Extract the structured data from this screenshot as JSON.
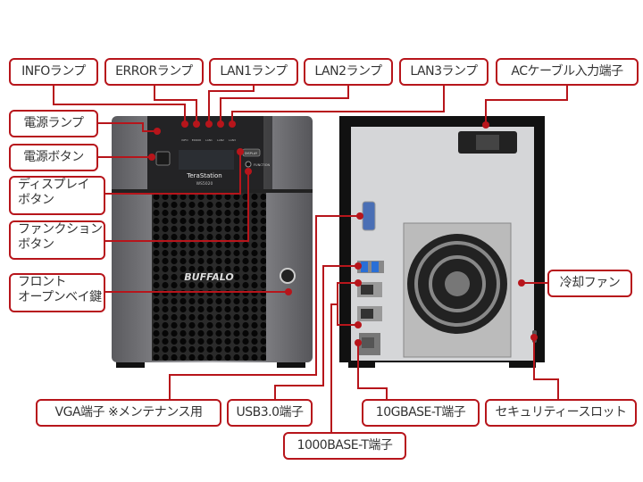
{
  "labels": {
    "info_lamp": "INFOランプ",
    "error_lamp": "ERRORランプ",
    "lan1_lamp": "LAN1ランプ",
    "lan2_lamp": "LAN2ランプ",
    "lan3_lamp": "LAN3ランプ",
    "ac_input": "ACケーブル入力端子",
    "power_lamp": "電源ランプ",
    "power_button": "電源ボタン",
    "display_button_1": "ディスプレイ",
    "display_button_2": "ボタン",
    "function_button_1": "ファンクション",
    "function_button_2": "ボタン",
    "front_key_1": "フロント",
    "front_key_2": "オープンベイ鍵",
    "cooling_fan": "冷却ファン",
    "vga_port": "VGA端子 ※メンテナンス用",
    "usb_port": "USB3.0端子",
    "tengbase_port": "10GBASE-T端子",
    "security_slot": "セキュリティースロット",
    "gigabase_port": "1000BASE-T端子"
  },
  "device": {
    "brand": "BUFFALO",
    "model_name": "TeraStation",
    "model_number": "WS5020",
    "led_labels": [
      "INFO",
      "ERROR",
      "LAN1",
      "LAN2",
      "LAN3"
    ],
    "display_key": "DISPLAY",
    "function_key": "FUNCTION"
  },
  "colors": {
    "accent": "#b7151b"
  }
}
